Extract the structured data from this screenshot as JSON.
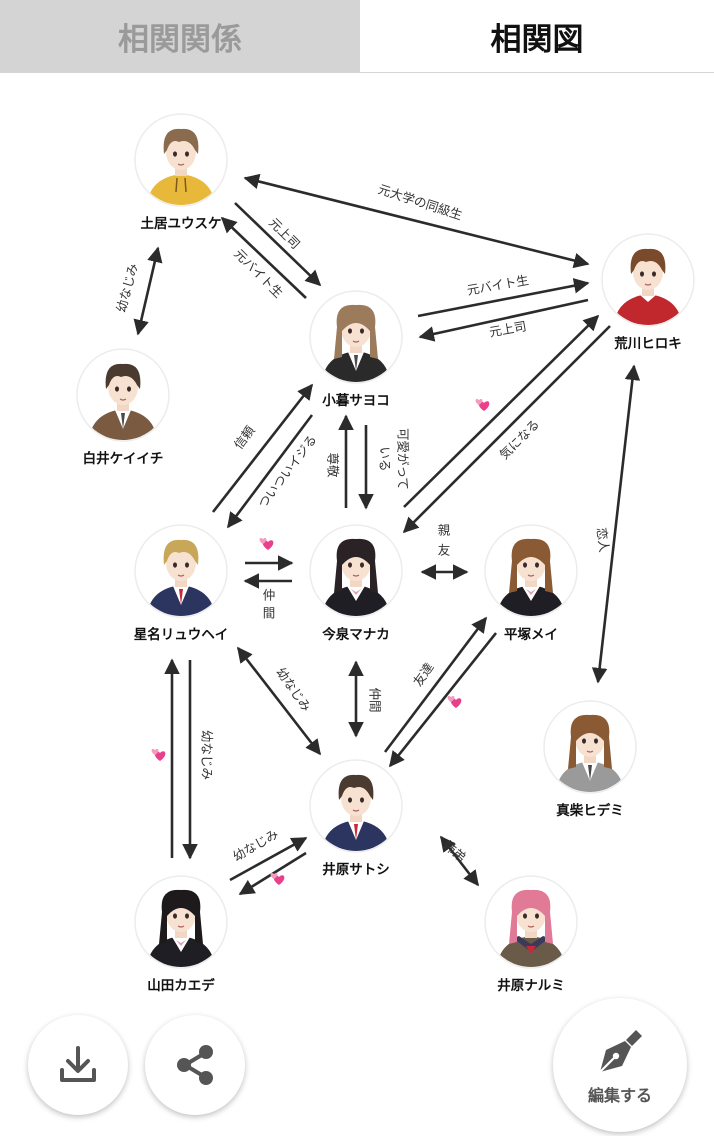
{
  "tabs": [
    {
      "label": "相関関係",
      "active": false
    },
    {
      "label": "相関図",
      "active": true
    }
  ],
  "nodes": [
    {
      "id": "yusuke",
      "name": "土居ユウスケ",
      "hair": "#8a6b4e",
      "shirt": "#e8b83a",
      "outfit": "hoodie"
    },
    {
      "id": "hiroki",
      "name": "荒川ヒロキ",
      "hair": "#7a4a2c",
      "shirt": "#c0282e",
      "outfit": "sweater"
    },
    {
      "id": "keiichi",
      "name": "白井ケイイチ",
      "hair": "#4a3a30",
      "shirt": "#7a5a40",
      "outfit": "cardigan"
    },
    {
      "id": "sayoko",
      "name": "小暮サヨコ",
      "hair": "#9c7a5c",
      "shirt": "#2a2a2a",
      "outfit": "blazer"
    },
    {
      "id": "ryuhei",
      "name": "星名リュウヘイ",
      "hair": "#c8a858",
      "shirt": "#2c3460",
      "outfit": "uniform_m"
    },
    {
      "id": "manaka",
      "name": "今泉マナカ",
      "hair": "#2a2224",
      "shirt": "#1e1e24",
      "outfit": "uniform_f"
    },
    {
      "id": "mei",
      "name": "平塚メイ",
      "hair": "#8a5a34",
      "shirt": "#1e1e24",
      "outfit": "uniform_f"
    },
    {
      "id": "hidemi",
      "name": "真柴ヒデミ",
      "hair": "#8a5a34",
      "shirt": "#9a9a9a",
      "outfit": "suit"
    },
    {
      "id": "satoshi",
      "name": "井原サトシ",
      "hair": "#4a3a30",
      "shirt": "#2c3460",
      "outfit": "uniform_m"
    },
    {
      "id": "kaede",
      "name": "山田カエデ",
      "hair": "#1e1a1c",
      "shirt": "#1e1e24",
      "outfit": "uniform_f"
    },
    {
      "id": "narumi",
      "name": "井原ナルミ",
      "hair": "#e07a96",
      "shirt": "#6a5a48",
      "outfit": "sailor"
    }
  ],
  "relations": [
    {
      "id": "r1",
      "label": "元大学の同級生"
    },
    {
      "id": "r2",
      "label": "元上司"
    },
    {
      "id": "r3",
      "label": "元バイト生"
    },
    {
      "id": "r4",
      "label": "幼なじみ"
    },
    {
      "id": "r5",
      "label": "元バイト生"
    },
    {
      "id": "r6",
      "label": "元上司"
    },
    {
      "id": "r7",
      "label": "信頼"
    },
    {
      "id": "r8",
      "label": "ついついイジる"
    },
    {
      "id": "r9",
      "label": "尊敬"
    },
    {
      "id": "r10",
      "label": "可愛がって"
    },
    {
      "id": "r10b",
      "label": "いる"
    },
    {
      "id": "r11",
      "label": "気になる"
    },
    {
      "id": "r12",
      "label": "恋人"
    },
    {
      "id": "r13",
      "label": "仲"
    },
    {
      "id": "r13b",
      "label": "間"
    },
    {
      "id": "r14",
      "label": "親"
    },
    {
      "id": "r14b",
      "label": "友"
    },
    {
      "id": "r15",
      "label": "幼なじみ"
    },
    {
      "id": "r16",
      "label": "仲間"
    },
    {
      "id": "r17",
      "label": "友達"
    },
    {
      "id": "r18",
      "label": "幼なじみ"
    },
    {
      "id": "r19",
      "label": "幼なじみ"
    },
    {
      "id": "r20",
      "label": "姉弟"
    }
  ],
  "buttons": {
    "download": "download-icon",
    "share": "share-icon",
    "edit_label": "編集する",
    "edit_icon": "pen-nib-icon"
  },
  "colors": {
    "tab_inactive_bg": "#d4d4d4",
    "tab_inactive_text": "#9a9a9a",
    "arrow": "#2b2b2b",
    "heart": "#e8408a"
  }
}
